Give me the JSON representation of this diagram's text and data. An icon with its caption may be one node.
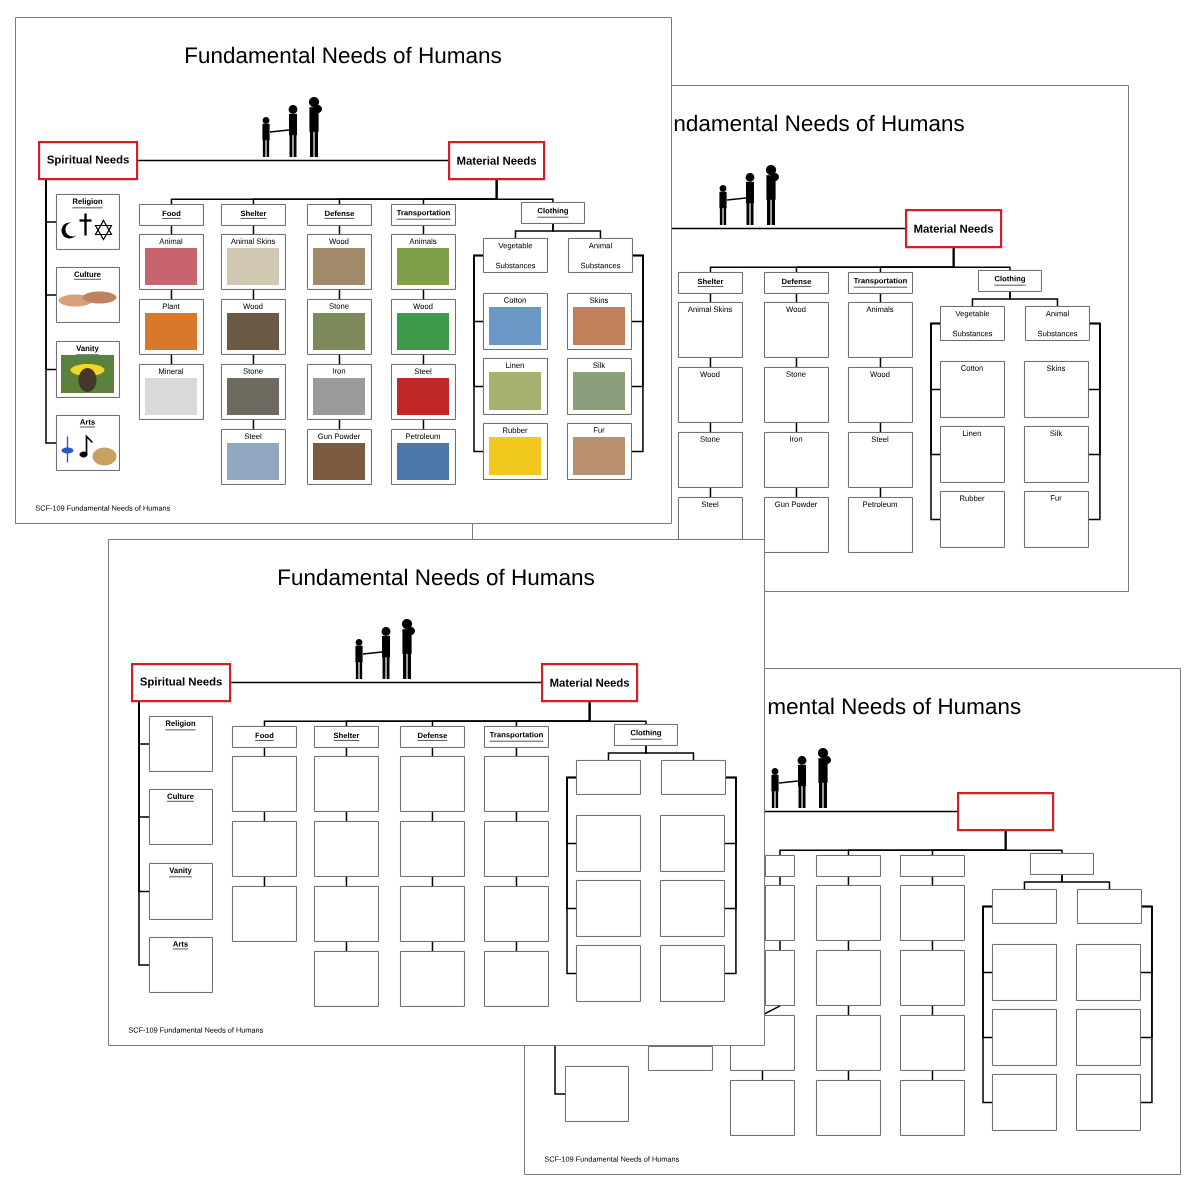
{
  "diagram": {
    "nodes": [
      {
        "text": [
          "Fundamental Needs of Humans",
          "SCF-109 Fundamental Needs of Humans"
        ]
      },
      {
        "text": [
          "Spiritual Needs"
        ],
        "in": 0
      },
      {
        "text": [
          "Material Needs"
        ],
        "in": 0
      },
      {
        "text": [
          "Religion"
        ],
        "in": 0
      },
      {
        "text": [
          "Culture"
        ],
        "in": 0
      },
      {
        "text": [
          "Vanity"
        ],
        "in": 0
      },
      {
        "text": [
          "Arts"
        ],
        "in": 0
      },
      {
        "text": [
          "Food"
        ],
        "in": 0
      },
      {
        "text": [
          "Shelter"
        ],
        "in": 0
      },
      {
        "text": [
          "Defense"
        ],
        "in": 0
      },
      {
        "text": [
          "Transportation"
        ],
        "in": 0
      },
      {
        "text": [
          "Clothing"
        ]
      },
      {
        "text": [
          "Animal"
        ],
        "in": 0
      },
      {
        "text": [
          "Plant"
        ],
        "in": 0
      },
      {
        "text": [
          "Mineral"
        ],
        "in": 0
      },
      {
        "text": [
          "Animal Skins"
        ],
        "in": 0
      },
      {
        "text": [
          "Wood"
        ],
        "in": 0
      },
      {
        "text": [
          "Stone"
        ],
        "in": 0
      },
      {
        "text": [
          "Steel"
        ],
        "in": 0
      },
      {
        "text": [
          "Wood"
        ],
        "in": 0
      },
      {
        "text": [
          "Stone"
        ],
        "in": 0
      },
      {
        "text": [
          "Iron"
        ],
        "in": 0
      },
      {
        "text": [
          "Gun Powder"
        ],
        "in": 0
      },
      {
        "text": [
          "Animals"
        ],
        "in": 0
      },
      {
        "text": [
          "Wood"
        ],
        "in": 0
      },
      {
        "text": [
          "Steel"
        ],
        "in": 0
      },
      {
        "text": [
          "Petroleum"
        ],
        "in": 0
      },
      {
        "text": [
          "Vegetable Substances"
        ]
      },
      {
        "text": [
          "Animal Substances"
        ]
      },
      {
        "text": [
          "Cotton"
        ]
      },
      {
        "text": [
          "Linen"
        ]
      },
      {
        "text": [
          "Rubber"
        ]
      },
      {
        "text": [
          "Skins"
        ]
      },
      {
        "text": [
          "Silk"
        ]
      },
      {
        "text": [
          "Fur"
        ]
      },
      {
        "text": [
          "ndamental Needs of Humans"
        ]
      },
      {
        "text": [
          "Material Needs"
        ],
        "in": 35
      },
      {
        "text": [
          "Shelter"
        ],
        "in": 35
      },
      {
        "text": [
          "Defense"
        ],
        "in": 35
      },
      {
        "text": [
          "Transportation"
        ],
        "in": 35
      },
      {
        "text": [
          "Clothing"
        ],
        "in": 35
      },
      {
        "text": [
          "Animal Skins"
        ],
        "in": 35
      },
      {
        "text": [
          "Wood"
        ],
        "in": 35
      },
      {
        "text": [
          "Stone"
        ],
        "in": 35
      },
      {
        "text": [
          "Steel"
        ],
        "in": 35
      },
      {
        "text": [
          "Wood"
        ],
        "in": 35
      },
      {
        "text": [
          "Stone"
        ],
        "in": 35
      },
      {
        "text": [
          "Iron"
        ],
        "in": 35
      },
      {
        "text": [
          "Gun Powder"
        ],
        "in": 35
      },
      {
        "text": [
          "Animals"
        ],
        "in": 35
      },
      {
        "text": [
          "Wood"
        ],
        "in": 35
      },
      {
        "text": [
          "Steel"
        ],
        "in": 35
      },
      {
        "text": [
          "Petroleum"
        ],
        "in": 35
      },
      {
        "text": [
          "Vegetable Substances"
        ],
        "in": 35
      },
      {
        "text": [
          "Animal Substances"
        ],
        "in": 35
      },
      {
        "text": [
          "Cotton"
        ],
        "in": 35
      },
      {
        "text": [
          "Linen"
        ],
        "in": 35
      },
      {
        "text": [
          "Rubber"
        ],
        "in": 35
      },
      {
        "text": [
          "Skins"
        ],
        "in": 35
      },
      {
        "text": [
          "Silk"
        ],
        "in": 35
      },
      {
        "text": [
          "Fur"
        ],
        "in": 35
      },
      {
        "text": [
          "Fundamental Needs of Humans",
          "SCF-109 Fundamental Needs of Humans"
        ]
      },
      {
        "text": [
          "Spiritual Needs"
        ],
        "in": 61
      },
      {
        "text": [
          "Material Needs"
        ],
        "in": 61
      },
      {
        "text": [
          "Religion"
        ],
        "in": 61
      },
      {
        "text": [
          "Culture"
        ],
        "in": 61
      },
      {
        "text": [
          "Vanity"
        ],
        "in": 61
      },
      {
        "text": [
          "Arts"
        ],
        "in": 61
      },
      {
        "text": [
          "Food"
        ],
        "in": 61
      },
      {
        "text": [
          "Shelter"
        ],
        "in": 61
      },
      {
        "text": [
          "Defense"
        ],
        "in": 61
      },
      {
        "text": [
          "Transportation"
        ],
        "in": 61
      },
      {
        "text": [
          "Clothing"
        ]
      },
      {
        "text": [],
        "shape": "box",
        "in": 61
      },
      {
        "text": [],
        "shape": "box",
        "in": 61
      },
      {
        "text": [],
        "shape": "box",
        "in": 61
      },
      {
        "text": [],
        "shape": "box",
        "in": 61
      },
      {
        "text": [],
        "shape": "box",
        "in": 61
      },
      {
        "text": [],
        "shape": "box",
        "in": 61
      },
      {
        "text": [],
        "shape": "box",
        "in": 61
      },
      {
        "text": [],
        "shape": "box",
        "in": 61
      },
      {
        "text": [],
        "shape": "box",
        "in": 61
      },
      {
        "text": [],
        "shape": "box",
        "in": 61
      },
      {
        "text": [],
        "shape": "box",
        "in": 61
      },
      {
        "text": [],
        "shape": "box",
        "in": 61
      },
      {
        "text": [],
        "shape": "box",
        "in": 61
      },
      {
        "text": [],
        "shape": "box",
        "in": 61
      },
      {
        "text": [],
        "shape": "box",
        "in": 61
      },
      {
        "text": [],
        "shape": "box"
      },
      {
        "text": [],
        "shape": "box"
      },
      {
        "text": [],
        "shape": "box"
      },
      {
        "text": [],
        "shape": "box"
      },
      {
        "text": [],
        "shape": "box"
      },
      {
        "text": [],
        "shape": "box"
      },
      {
        "text": [],
        "shape": "box"
      },
      {
        "text": [],
        "shape": "box"
      },
      {
        "text": [
          "mental Needs of Humans",
          "SCF-109 Fundamental Needs of Humans"
        ]
      },
      {
        "text": [],
        "shape": "box",
        "in": 96
      },
      {
        "text": [],
        "shape": "box",
        "in": 96
      },
      {
        "text": [],
        "shape": "box",
        "in": 96
      },
      {
        "text": [],
        "shape": "box",
        "in": 96
      },
      {
        "text": [],
        "shape": "box",
        "in": 96
      },
      {
        "text": [],
        "shape": "box",
        "in": 96
      },
      {
        "text": [],
        "shape": "box",
        "in": 96
      },
      {
        "text": [],
        "shape": "box",
        "in": 96
      },
      {
        "text": [],
        "shape": "box",
        "in": 96
      },
      {
        "text": [],
        "shape": "box",
        "in": 96
      },
      {
        "text": [],
        "shape": "box",
        "in": 96
      },
      {
        "text": [],
        "shape": "box",
        "in": 96
      },
      {
        "text": [],
        "shape": "box",
        "in": 96
      },
      {
        "text": [],
        "shape": "box",
        "in": 96
      },
      {
        "text": [],
        "shape": "box",
        "in": 96
      },
      {
        "text": [],
        "shape": "box",
        "in": 96
      },
      {
        "text": [],
        "shape": "box",
        "in": 96
      },
      {
        "text": [],
        "shape": "box",
        "in": 96
      },
      {
        "text": [],
        "shape": "box",
        "in": 96
      },
      {
        "text": [],
        "shape": "box",
        "in": 96
      },
      {
        "text": [],
        "shape": "box",
        "in": 96
      },
      {
        "text": [],
        "shape": "box",
        "in": 96
      },
      {
        "text": [],
        "shape": "box",
        "in": 96
      },
      {
        "text": [],
        "shape": "box",
        "in": 96
      },
      {
        "text": [],
        "shape": "box",
        "in": 96
      },
      {
        "text": [],
        "shape": "box",
        "in": 96
      },
      {
        "text": [],
        "shape": "box",
        "in": 96
      }
    ],
    "edges": [
      {
        "from": 1,
        "to": 2,
        "arrow": "none"
      },
      {
        "from": 1,
        "to": 3,
        "arrow": "none"
      },
      {
        "from": 1,
        "to": 4,
        "arrow": "none"
      },
      {
        "from": 1,
        "to": 5,
        "arrow": "none"
      },
      {
        "from": 1,
        "to": 6,
        "arrow": "none"
      },
      {
        "from": 2,
        "to": 7,
        "arrow": "none"
      },
      {
        "from": 2,
        "to": 8,
        "arrow": "none"
      },
      {
        "from": 2,
        "to": 9,
        "arrow": "none"
      },
      {
        "from": 2,
        "to": 10,
        "arrow": "none"
      },
      {
        "from": 2,
        "to": 11,
        "arrow": "none"
      },
      {
        "from": 7,
        "to": 12,
        "arrow": "none"
      },
      {
        "from": 12,
        "to": 13,
        "arrow": "none"
      },
      {
        "from": 13,
        "to": 14,
        "arrow": "none"
      },
      {
        "from": 8,
        "to": 15,
        "arrow": "none"
      },
      {
        "from": 15,
        "to": 16,
        "arrow": "none"
      },
      {
        "from": 16,
        "to": 17,
        "arrow": "none"
      },
      {
        "from": 17,
        "to": 18,
        "arrow": "none"
      },
      {
        "from": 9,
        "to": 19,
        "arrow": "none"
      },
      {
        "from": 19,
        "to": 20,
        "arrow": "none"
      },
      {
        "from": 20,
        "to": 21,
        "arrow": "none"
      },
      {
        "from": 21,
        "to": 22,
        "arrow": "none"
      },
      {
        "from": 10,
        "to": 23,
        "arrow": "none"
      },
      {
        "from": 23,
        "to": 24,
        "arrow": "none"
      },
      {
        "from": 24,
        "to": 25,
        "arrow": "none"
      },
      {
        "from": 25,
        "to": 26,
        "arrow": "none"
      },
      {
        "from": 11,
        "to": 27,
        "arrow": "none"
      },
      {
        "from": 11,
        "to": 28,
        "arrow": "none"
      },
      {
        "from": 27,
        "to": 29,
        "arrow": "none"
      },
      {
        "from": 27,
        "to": 30,
        "arrow": "none"
      },
      {
        "from": 27,
        "to": 31,
        "arrow": "none"
      },
      {
        "from": 28,
        "to": 32,
        "arrow": "none"
      },
      {
        "from": 28,
        "to": 33,
        "arrow": "none"
      },
      {
        "from": 28,
        "to": 34,
        "arrow": "none"
      },
      {
        "from": 0,
        "to": 36,
        "arrow": "none"
      },
      {
        "from": 36,
        "to": 37,
        "arrow": "none"
      },
      {
        "from": 36,
        "to": 38,
        "arrow": "none"
      },
      {
        "from": 36,
        "to": 39,
        "arrow": "none"
      },
      {
        "from": 36,
        "to": 40,
        "arrow": "none"
      },
      {
        "from": 37,
        "to": 41,
        "arrow": "none"
      },
      {
        "from": 41,
        "to": 42,
        "arrow": "none"
      },
      {
        "from": 42,
        "to": 43,
        "arrow": "none"
      },
      {
        "from": 43,
        "to": 44,
        "arrow": "none"
      },
      {
        "from": 38,
        "to": 45,
        "arrow": "none"
      },
      {
        "from": 45,
        "to": 46,
        "arrow": "none"
      },
      {
        "from": 46,
        "to": 47,
        "arrow": "none"
      },
      {
        "from": 47,
        "to": 48,
        "arrow": "none"
      },
      {
        "from": 39,
        "to": 49,
        "arrow": "none"
      },
      {
        "from": 49,
        "to": 50,
        "arrow": "none"
      },
      {
        "from": 50,
        "to": 51,
        "arrow": "none"
      },
      {
        "from": 51,
        "to": 52,
        "arrow": "none"
      },
      {
        "from": 40,
        "to": 53,
        "arrow": "none"
      },
      {
        "from": 40,
        "to": 54,
        "arrow": "none"
      },
      {
        "from": 53,
        "to": 55,
        "arrow": "none"
      },
      {
        "from": 53,
        "to": 56,
        "arrow": "none"
      },
      {
        "from": 53,
        "to": 57,
        "arrow": "none"
      },
      {
        "from": 54,
        "to": 58,
        "arrow": "none"
      },
      {
        "from": 54,
        "to": 59,
        "arrow": "none"
      },
      {
        "from": 54,
        "to": 60,
        "arrow": "none"
      },
      {
        "from": 62,
        "to": 63,
        "arrow": "none"
      },
      {
        "from": 62,
        "to": 64,
        "arrow": "none"
      },
      {
        "from": 62,
        "to": 65,
        "arrow": "none"
      },
      {
        "from": 62,
        "to": 66,
        "arrow": "none"
      },
      {
        "from": 62,
        "to": 67,
        "arrow": "none"
      },
      {
        "from": 63,
        "to": 68,
        "arrow": "none"
      },
      {
        "from": 63,
        "to": 69,
        "arrow": "none"
      },
      {
        "from": 63,
        "to": 70,
        "arrow": "none"
      },
      {
        "from": 63,
        "to": 71,
        "arrow": "none"
      },
      {
        "from": 63,
        "to": 72,
        "arrow": "none"
      },
      {
        "from": 68,
        "to": 73,
        "arrow": "none"
      },
      {
        "from": 73,
        "to": 74,
        "arrow": "none"
      },
      {
        "from": 74,
        "to": 75,
        "arrow": "none"
      },
      {
        "from": 69,
        "to": 76,
        "arrow": "none"
      },
      {
        "from": 76,
        "to": 77,
        "arrow": "none"
      },
      {
        "from": 77,
        "to": 78,
        "arrow": "none"
      },
      {
        "from": 78,
        "to": 79,
        "arrow": "none"
      },
      {
        "from": 70,
        "to": 80,
        "arrow": "none"
      },
      {
        "from": 80,
        "to": 81,
        "arrow": "none"
      },
      {
        "from": 81,
        "to": 82,
        "arrow": "none"
      },
      {
        "from": 82,
        "to": 83,
        "arrow": "none"
      },
      {
        "from": 71,
        "to": 84,
        "arrow": "none"
      },
      {
        "from": 84,
        "to": 85,
        "arrow": "none"
      },
      {
        "from": 85,
        "to": 86,
        "arrow": "none"
      },
      {
        "from": 86,
        "to": 87,
        "arrow": "none"
      },
      {
        "from": 72,
        "to": 88,
        "arrow": "none"
      },
      {
        "from": 72,
        "to": 89,
        "arrow": "none"
      },
      {
        "from": 88,
        "to": 90,
        "arrow": "none"
      },
      {
        "from": 88,
        "to": 91,
        "arrow": "none"
      },
      {
        "from": 88,
        "to": 92,
        "arrow": "none"
      },
      {
        "from": 89,
        "to": 93,
        "arrow": "none"
      },
      {
        "from": 89,
        "to": 94,
        "arrow": "none"
      },
      {
        "from": 89,
        "to": 95,
        "arrow": "none"
      },
      {
        "from": 61,
        "to": 97,
        "arrow": "none"
      },
      {
        "from": 61,
        "to": 98,
        "arrow": "none"
      },
      {
        "from": 97,
        "to": 99,
        "arrow": "none"
      },
      {
        "from": 97,
        "to": 100,
        "arrow": "none"
      },
      {
        "from": 97,
        "to": 101,
        "arrow": "none"
      },
      {
        "from": 97,
        "to": 102,
        "arrow": "none"
      },
      {
        "from": 99,
        "to": 104,
        "arrow": "none"
      },
      {
        "from": 104,
        "to": 105,
        "arrow": "none"
      },
      {
        "from": 105,
        "to": 106,
        "arrow": "none"
      },
      {
        "from": 106,
        "to": 107,
        "arrow": "none"
      },
      {
        "from": 100,
        "to": 108,
        "arrow": "none"
      },
      {
        "from": 108,
        "to": 109,
        "arrow": "none"
      },
      {
        "from": 109,
        "to": 110,
        "arrow": "none"
      },
      {
        "from": 110,
        "to": 111,
        "arrow": "none"
      },
      {
        "from": 101,
        "to": 112,
        "arrow": "none"
      },
      {
        "from": 112,
        "to": 113,
        "arrow": "none"
      },
      {
        "from": 113,
        "to": 114,
        "arrow": "none"
      },
      {
        "from": 114,
        "to": 115,
        "arrow": "none"
      },
      {
        "from": 102,
        "to": 116,
        "arrow": "none"
      },
      {
        "from": 102,
        "to": 117,
        "arrow": "none"
      },
      {
        "from": 116,
        "to": 118,
        "arrow": "none"
      },
      {
        "from": 116,
        "to": 119,
        "arrow": "none"
      },
      {
        "from": 116,
        "to": 120,
        "arrow": "none"
      },
      {
        "from": 117,
        "to": 121,
        "arrow": "none"
      },
      {
        "from": 117,
        "to": 122,
        "arrow": "none"
      },
      {
        "from": 117,
        "to": 123,
        "arrow": "none"
      }
    ]
  }
}
